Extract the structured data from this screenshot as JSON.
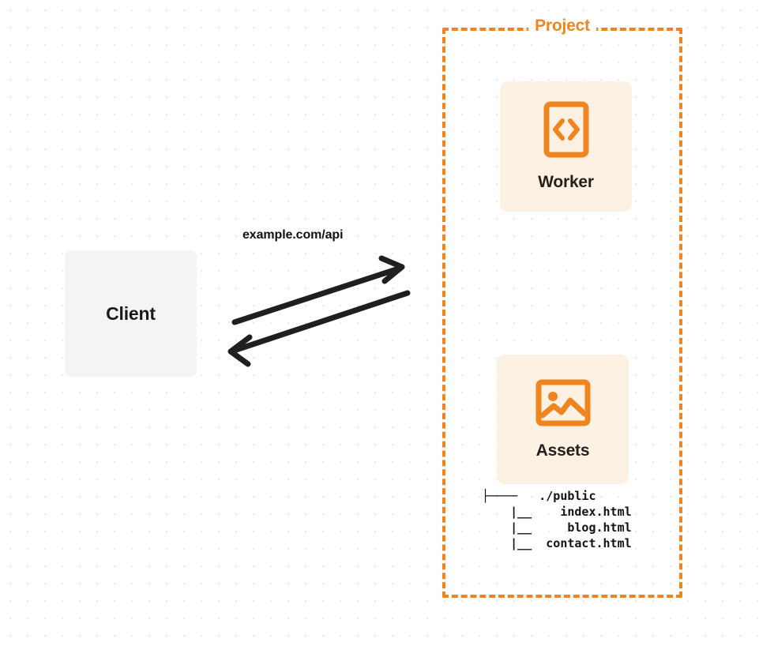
{
  "diagram": {
    "title": "Client to Project (Worker + Assets) request flow",
    "colors": {
      "accent_orange": "#f0851f",
      "card_background": "#fdf1e3",
      "client_background": "#f4f4f5",
      "arrow_stroke": "#1f1f1f",
      "text_dark": "#1a1a1a",
      "canvas_background": "#ffffff",
      "dot_grid": "#ececec"
    },
    "client": {
      "label": "Client",
      "shape": "rounded-rectangle"
    },
    "connection": {
      "label": "example.com/api",
      "request_direction": "client-to-project",
      "response_direction": "project-to-client",
      "arrow_count": 2
    },
    "project": {
      "label": "Project",
      "border_style": "dashed",
      "nodes": [
        {
          "id": "worker",
          "label": "Worker",
          "icon": "code-brackets-icon"
        },
        {
          "id": "assets",
          "label": "Assets",
          "icon": "image-placeholder-icon"
        }
      ],
      "assets_tree": [
        "├────   ./public",
        "    |__    index.html",
        "    |__     blog.html",
        "    |__  contact.html"
      ],
      "assets_tree_text": "├────   ./public\n    |__    index.html\n    |__     blog.html\n    |__  contact.html"
    }
  }
}
